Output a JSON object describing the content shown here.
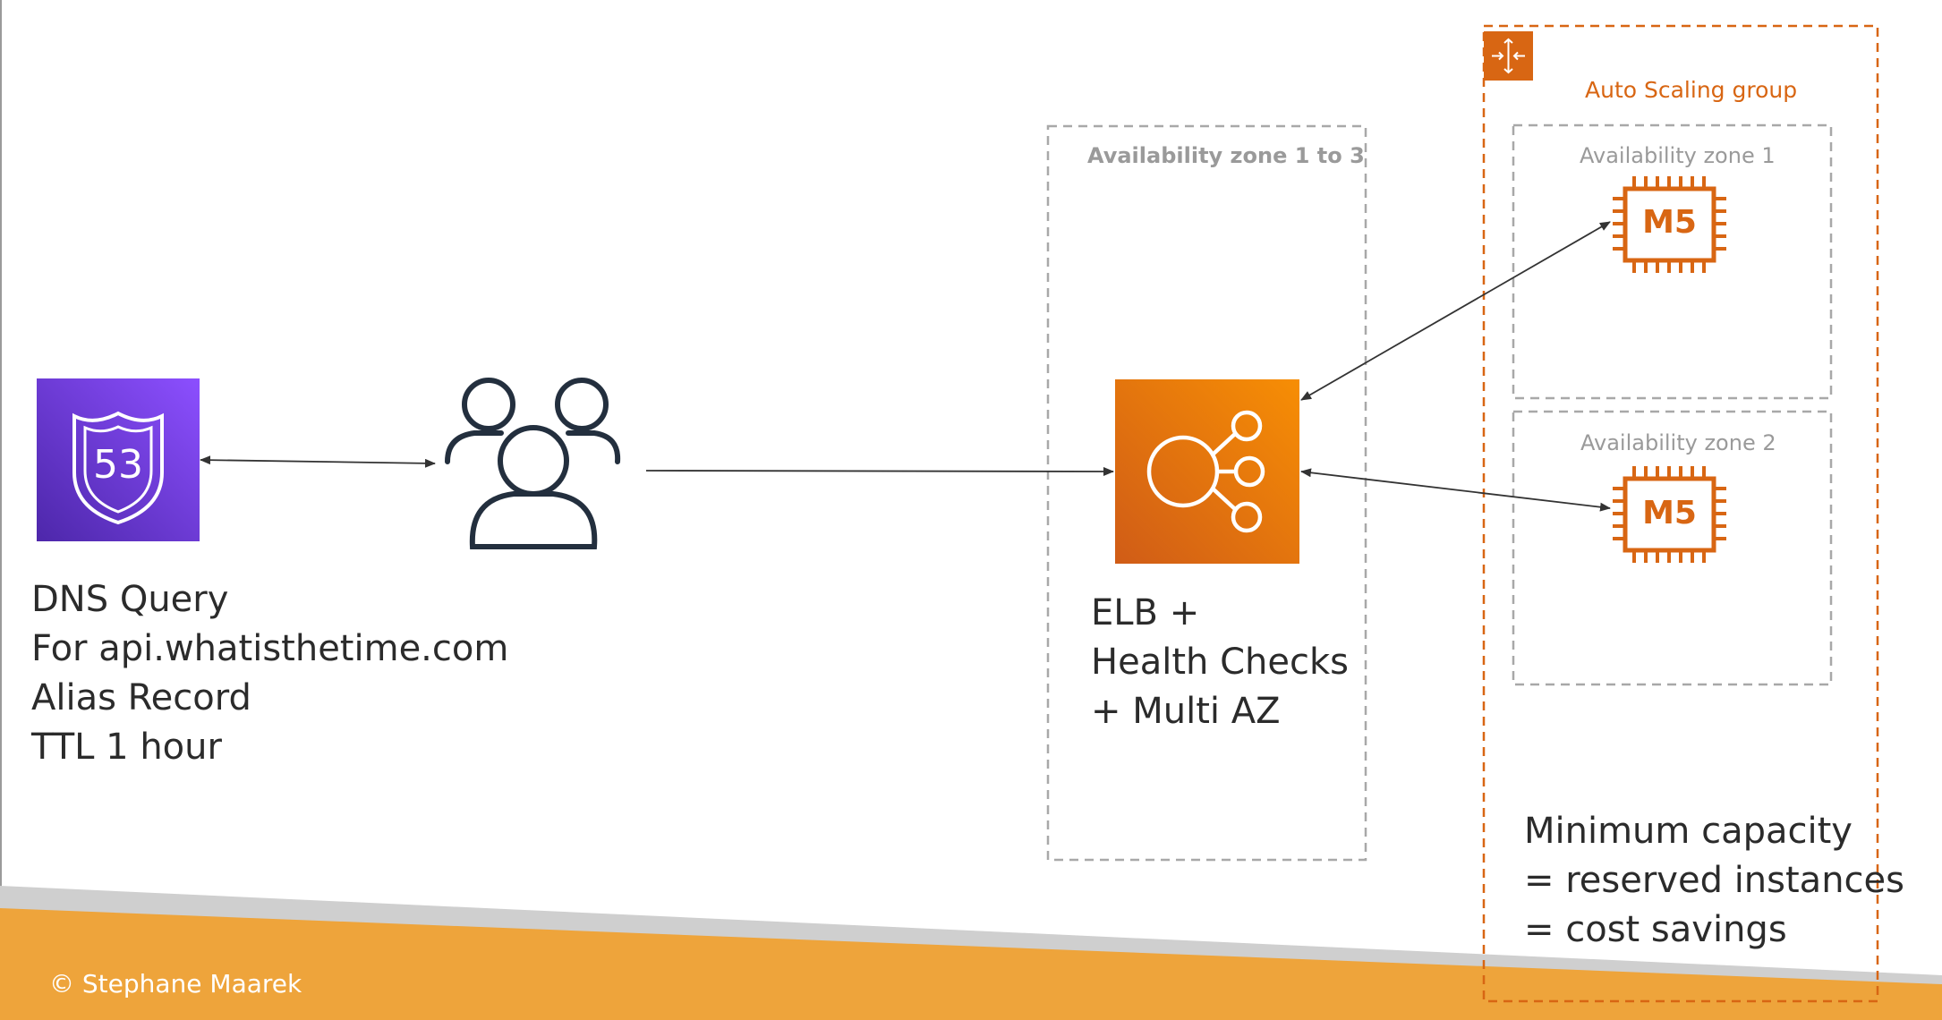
{
  "dns": {
    "shield_number": "53",
    "lines": [
      "DNS Query",
      "For api.whatisthetime.com",
      "Alias Record",
      "TTL 1 hour"
    ]
  },
  "elb_zone": {
    "label": "Availability zone 1 to 3"
  },
  "elb": {
    "lines": [
      "ELB +",
      "Health Checks",
      "+ Multi AZ"
    ]
  },
  "asg": {
    "label": "Auto Scaling group",
    "zones": [
      {
        "label": "Availability zone 1",
        "instance": "M5"
      },
      {
        "label": "Availability zone 2",
        "instance": "M5"
      }
    ],
    "note_lines": [
      "Minimum capacity",
      "= reserved instances",
      "= cost savings"
    ]
  },
  "footer": {
    "copyright": "© Stephane Maarek"
  },
  "colors": {
    "route53_top": "#8c4fff",
    "route53_bottom": "#4d27aa",
    "elb_top": "#f78e04",
    "elb_bottom": "#d05c17",
    "aws_orange": "#d86613",
    "footer_band": "#eea43b",
    "footer_shadow": "#cfcfcf",
    "zone_border": "#a8a8a8",
    "users_icon": "#232f3e"
  }
}
